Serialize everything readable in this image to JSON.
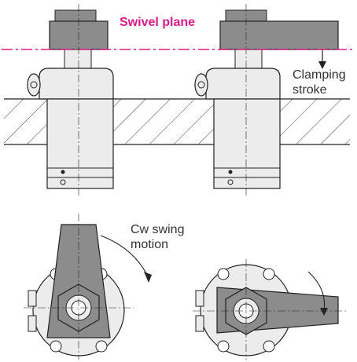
{
  "labels": {
    "swivel_plane": "Swivel plane",
    "clamping_stroke_line1": "Clamping",
    "clamping_stroke_line2": "stroke",
    "cw_swing_line1": "Cw swing",
    "cw_swing_line2": "motion"
  },
  "colors": {
    "accent": "#e0198a",
    "arm": "#8c8c8c",
    "body": "#ececec",
    "outline": "#222222",
    "fixture_hatch": "#444444"
  },
  "icons": {
    "clamp_front": "swing-clamp-side-view",
    "clamp_top": "swing-clamp-top-view"
  }
}
